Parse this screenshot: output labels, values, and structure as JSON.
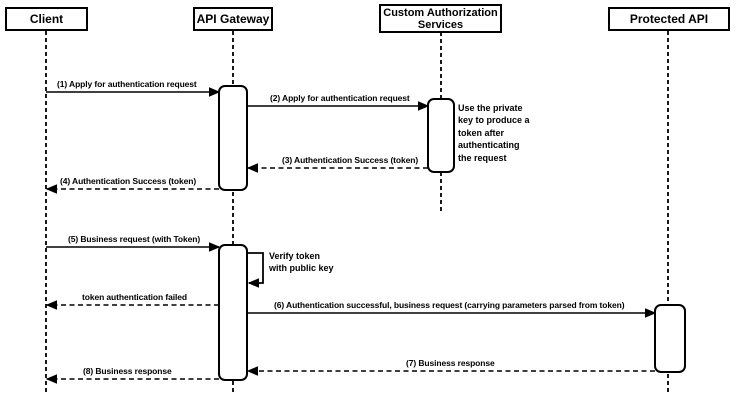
{
  "diagram": {
    "type": "uml-sequence",
    "participants": [
      {
        "id": "client",
        "label": "Client"
      },
      {
        "id": "api-gateway",
        "label": "API Gateway"
      },
      {
        "id": "custom-auth",
        "label": "Custom Authorization\nServices"
      },
      {
        "id": "protected-api",
        "label": "Protected API"
      }
    ],
    "messages": [
      {
        "seq": "1",
        "from": "Client",
        "to": "API Gateway",
        "line": "solid",
        "label": "(1) Apply for authentication request"
      },
      {
        "seq": "2",
        "from": "API Gateway",
        "to": "Custom Authorization Services",
        "line": "solid",
        "label": "(2) Apply for authentication request"
      },
      {
        "seq": "3",
        "from": "Custom Authorization Services",
        "to": "API Gateway",
        "line": "dashed",
        "label": "(3) Authentication Success (token)"
      },
      {
        "seq": "4",
        "from": "API Gateway",
        "to": "Client",
        "line": "dashed",
        "label": "(4) Authentication Success (token)"
      },
      {
        "seq": "5",
        "from": "Client",
        "to": "API Gateway",
        "line": "solid",
        "label": "(5) Business request (with Token)"
      },
      {
        "seq": "self",
        "from": "API Gateway",
        "to": "API Gateway",
        "line": "self",
        "label": "Verify token\nwith public key"
      },
      {
        "seq": "",
        "from": "API Gateway",
        "to": "Client",
        "line": "dashed",
        "label": "token authentication failed"
      },
      {
        "seq": "6",
        "from": "API Gateway",
        "to": "Protected API",
        "line": "solid",
        "label": "(6) Authentication successful, business request (carrying parameters parsed from token)"
      },
      {
        "seq": "7",
        "from": "Protected API",
        "to": "API Gateway",
        "line": "dashed",
        "label": "(7) Business response"
      },
      {
        "seq": "8",
        "from": "API Gateway",
        "to": "Client",
        "line": "dashed",
        "label": "(8) Business response"
      }
    ],
    "notes": [
      {
        "attached_to": "Custom Authorization Services",
        "label": "Use the private\nkey to produce a\ntoken after\nauthenticating\nthe request"
      }
    ],
    "colors": {
      "line": "#000000",
      "text": "#000000",
      "background": "#ffffff",
      "box_fill": "#ffffff"
    }
  }
}
